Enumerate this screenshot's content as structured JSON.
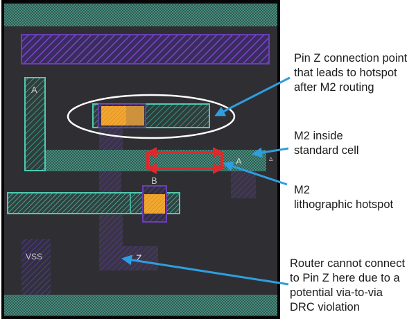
{
  "layout_labels": {
    "pin_a_left": "A",
    "pin_a_right": "A",
    "pin_b": "B",
    "vss": "VSS",
    "pin_z": "Z"
  },
  "callouts": {
    "pin_z_connection": "Pin Z connection point\nthat leads to hotspot\nafter M2 routing",
    "m2_inside": "M2 inside\nstandard cell",
    "m2_hotspot": "M2\nlithographic hotspot",
    "router": "Router cannot connect\nto Pin Z here due to a\npotential via-to-via\nDRC violation"
  },
  "colors": {
    "cell_background": "#2f2f33",
    "cell_border": "#000000",
    "metal1": "#4fc9b2",
    "metal2_hatch": "#7a46c8",
    "rail_hatch": "#3e8a7c",
    "via": "#f0a830",
    "hotspot_arrow": "#e0282a",
    "callout_arrow": "#2f9ee0",
    "highlight_ellipse": "#ffffff"
  }
}
